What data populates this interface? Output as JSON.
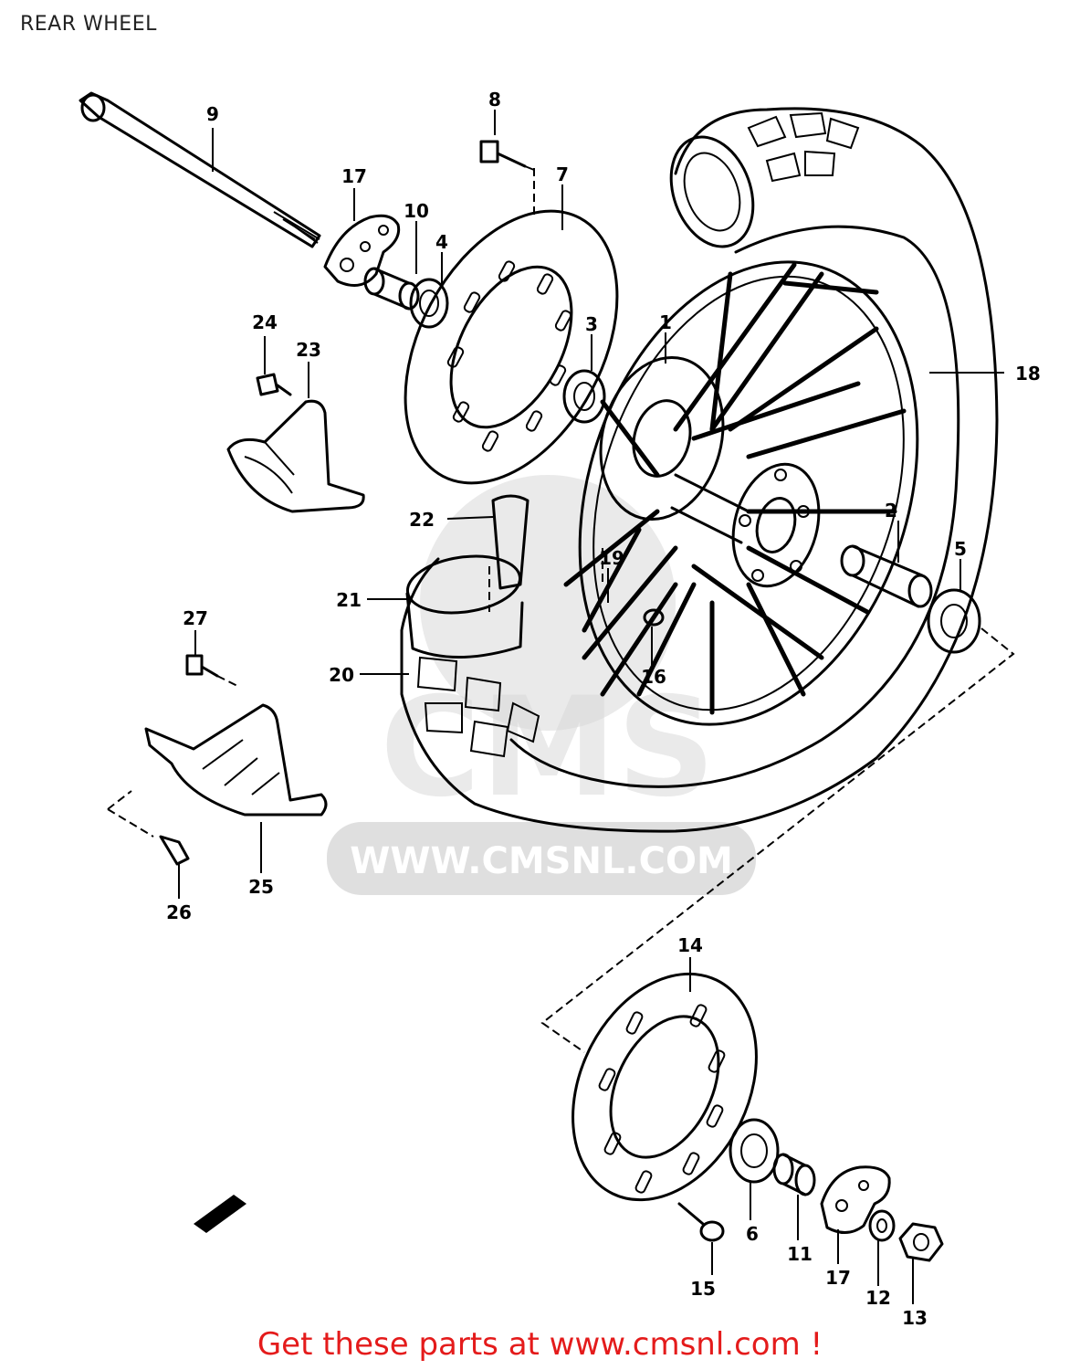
{
  "title": "REAR WHEEL",
  "watermark": {
    "letters": "CMS",
    "url": "WWW.CMSNL.COM"
  },
  "footer": {
    "cta": "Get these parts at www.cmsnl.com !"
  },
  "colors": {
    "ink": "#000000",
    "watermark": "#d9d9d9",
    "cta": "#e41b1b"
  },
  "callouts": [
    {
      "id": "1",
      "part": "hub"
    },
    {
      "id": "2",
      "part": "spacer"
    },
    {
      "id": "3",
      "part": "bearing"
    },
    {
      "id": "4",
      "part": "oil-seal"
    },
    {
      "id": "5",
      "part": "bearing"
    },
    {
      "id": "6",
      "part": "oil-seal"
    },
    {
      "id": "7",
      "part": "brake-disc"
    },
    {
      "id": "8",
      "part": "bolt"
    },
    {
      "id": "9",
      "part": "axle"
    },
    {
      "id": "10",
      "part": "spacer"
    },
    {
      "id": "11",
      "part": "spacer"
    },
    {
      "id": "12",
      "part": "washer"
    },
    {
      "id": "13",
      "part": "nut"
    },
    {
      "id": "14",
      "part": "sprocket"
    },
    {
      "id": "15",
      "part": "bolt"
    },
    {
      "id": "16",
      "part": "nut"
    },
    {
      "id": "17",
      "part": "chain-adjuster"
    },
    {
      "id": "17",
      "part": "chain-adjuster"
    },
    {
      "id": "18",
      "part": "rim-and-spokes"
    },
    {
      "id": "19",
      "part": "spoke-set"
    },
    {
      "id": "20",
      "part": "tire"
    },
    {
      "id": "21",
      "part": "tube"
    },
    {
      "id": "22",
      "part": "rim-band"
    },
    {
      "id": "23",
      "part": "disc-guard"
    },
    {
      "id": "24",
      "part": "bolt"
    },
    {
      "id": "25",
      "part": "sprocket-guard"
    },
    {
      "id": "26",
      "part": "bolt"
    },
    {
      "id": "27",
      "part": "bolt"
    }
  ]
}
